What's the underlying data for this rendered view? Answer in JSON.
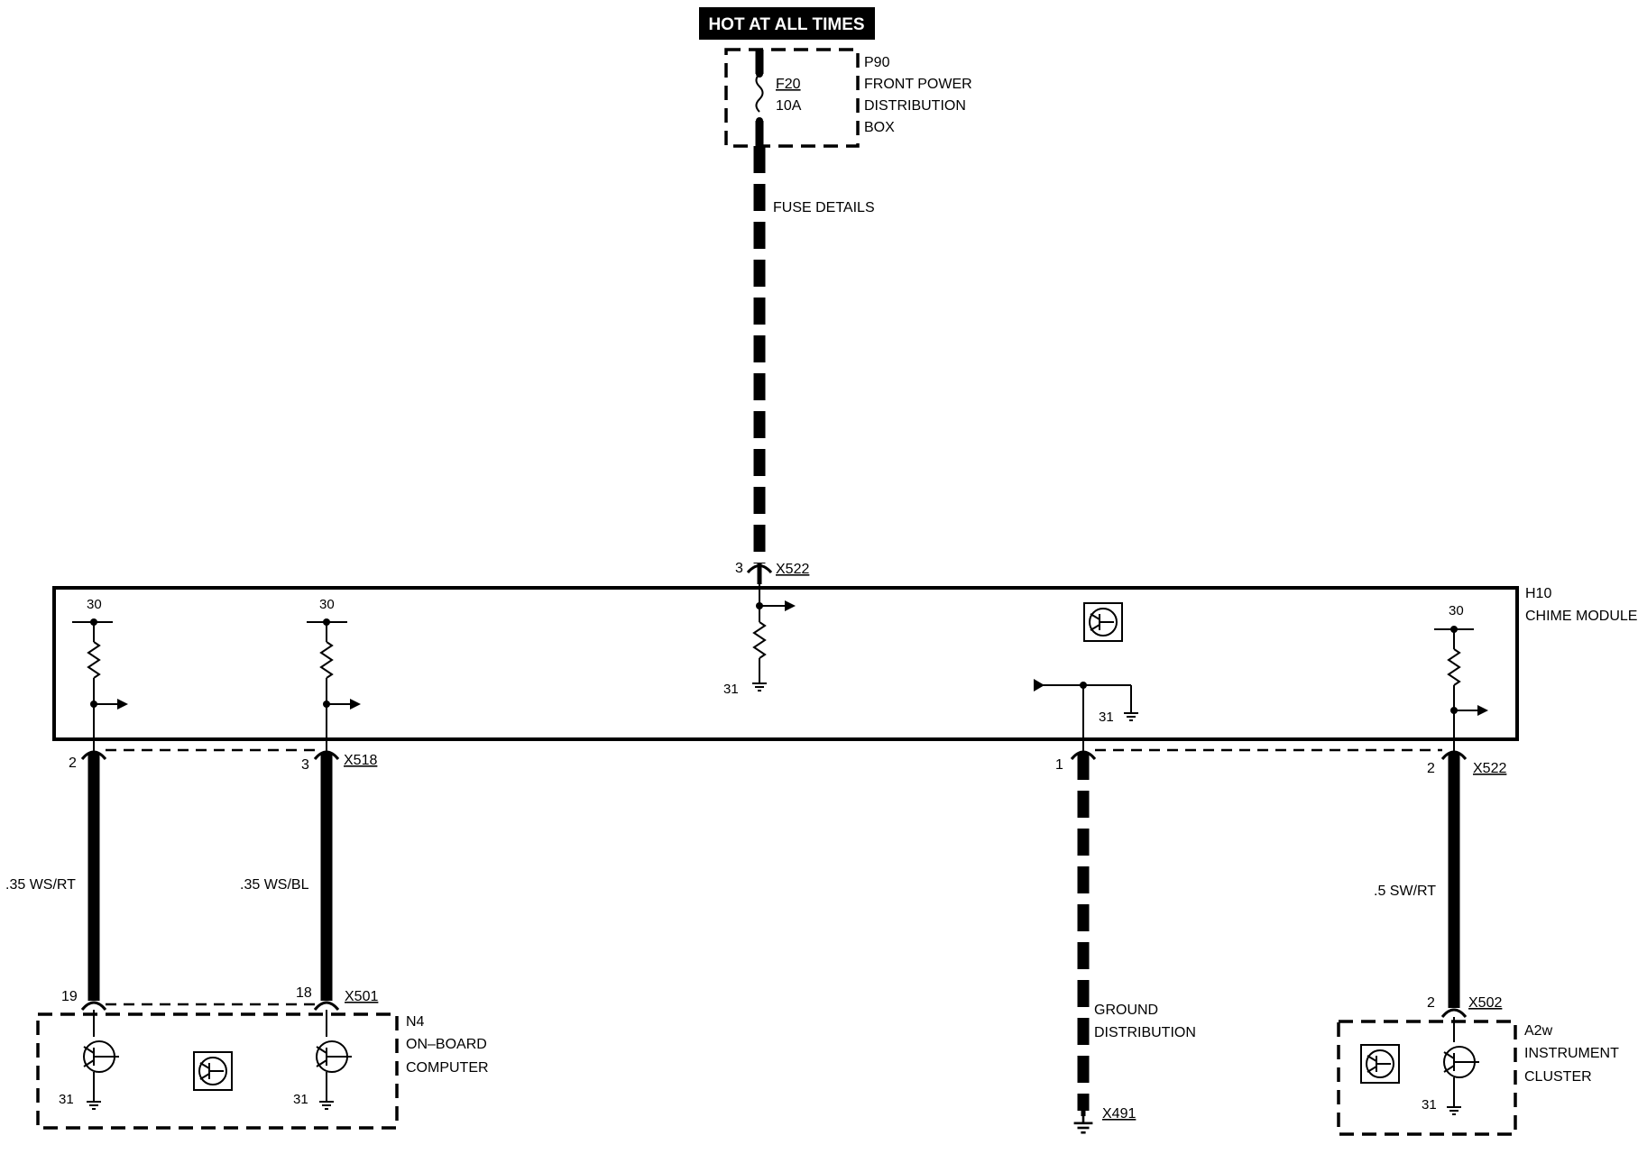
{
  "supply": {
    "banner": "HOT AT ALL TIMES",
    "fuse_name": "F20",
    "fuse_rating": "10A",
    "box_id": "P90",
    "box_line1": "FRONT POWER",
    "box_line2": "DISTRIBUTION",
    "box_line3": "BOX",
    "wire_label": "FUSE DETAILS"
  },
  "chime_module": {
    "id": "H10",
    "name": "CHIME MODULE",
    "top_pin": "3",
    "top_connector": "X522",
    "pin_30_left_a": "30",
    "pin_30_left_b": "30",
    "pin_30_right": "30",
    "pin_31_center": "31",
    "pin_31_right": "31"
  },
  "bottom_pins": {
    "pin_a": "2",
    "pin_b": "3",
    "connector_left": "X518",
    "pin_c": "1",
    "pin_d": "2",
    "connector_right": "X522"
  },
  "wires": {
    "a_label": ".35 WS/RT",
    "b_label": ".35 WS/BL",
    "d_label": ".5 SW/RT",
    "ground_line1": "GROUND",
    "ground_line2": "DISTRIBUTION"
  },
  "onboard_computer": {
    "pin_a": "19",
    "pin_b": "18",
    "connector": "X501",
    "id": "N4",
    "line1": "ON–BOARD",
    "line2": "COMPUTER",
    "ground_a": "31",
    "ground_b": "31"
  },
  "ground_point": {
    "id": "X491"
  },
  "instrument_cluster": {
    "pin": "2",
    "connector": "X502",
    "id": "A2w",
    "line1": "INSTRUMENT",
    "line2": "CLUSTER",
    "ground": "31"
  }
}
